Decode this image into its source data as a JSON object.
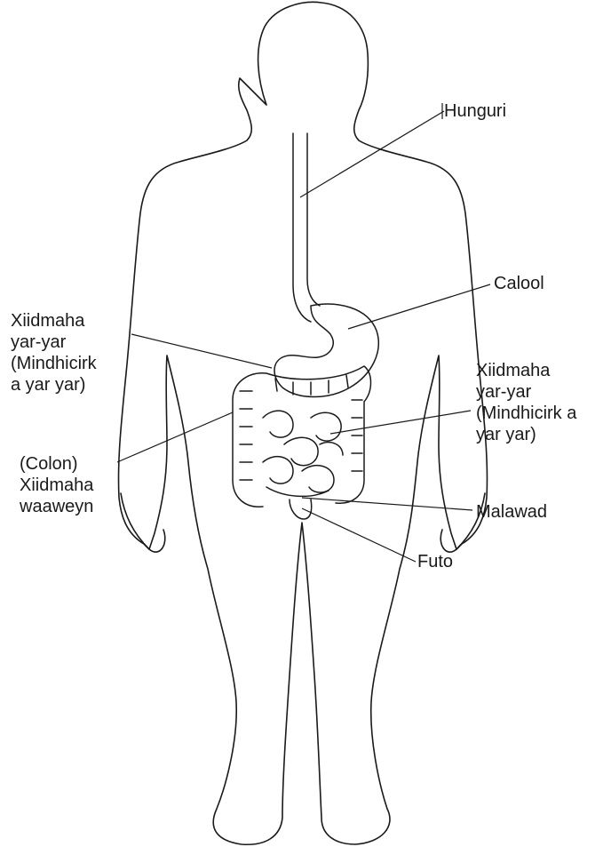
{
  "labels": {
    "esophagus": "Hunguri",
    "stomach": "Calool",
    "small_intestine_left": [
      "Xiidmaha",
      "yar-yar",
      "(Mindhicirk",
      "a yar yar)"
    ],
    "small_intestine_right": [
      "Xiidmaha",
      "yar-yar",
      "(Mindhicirk a",
      "yar yar)"
    ],
    "colon": [
      "(Colon)",
      "Xiidmaha",
      "waaweyn"
    ],
    "rectum": "Malawad",
    "anus": "Futo"
  }
}
